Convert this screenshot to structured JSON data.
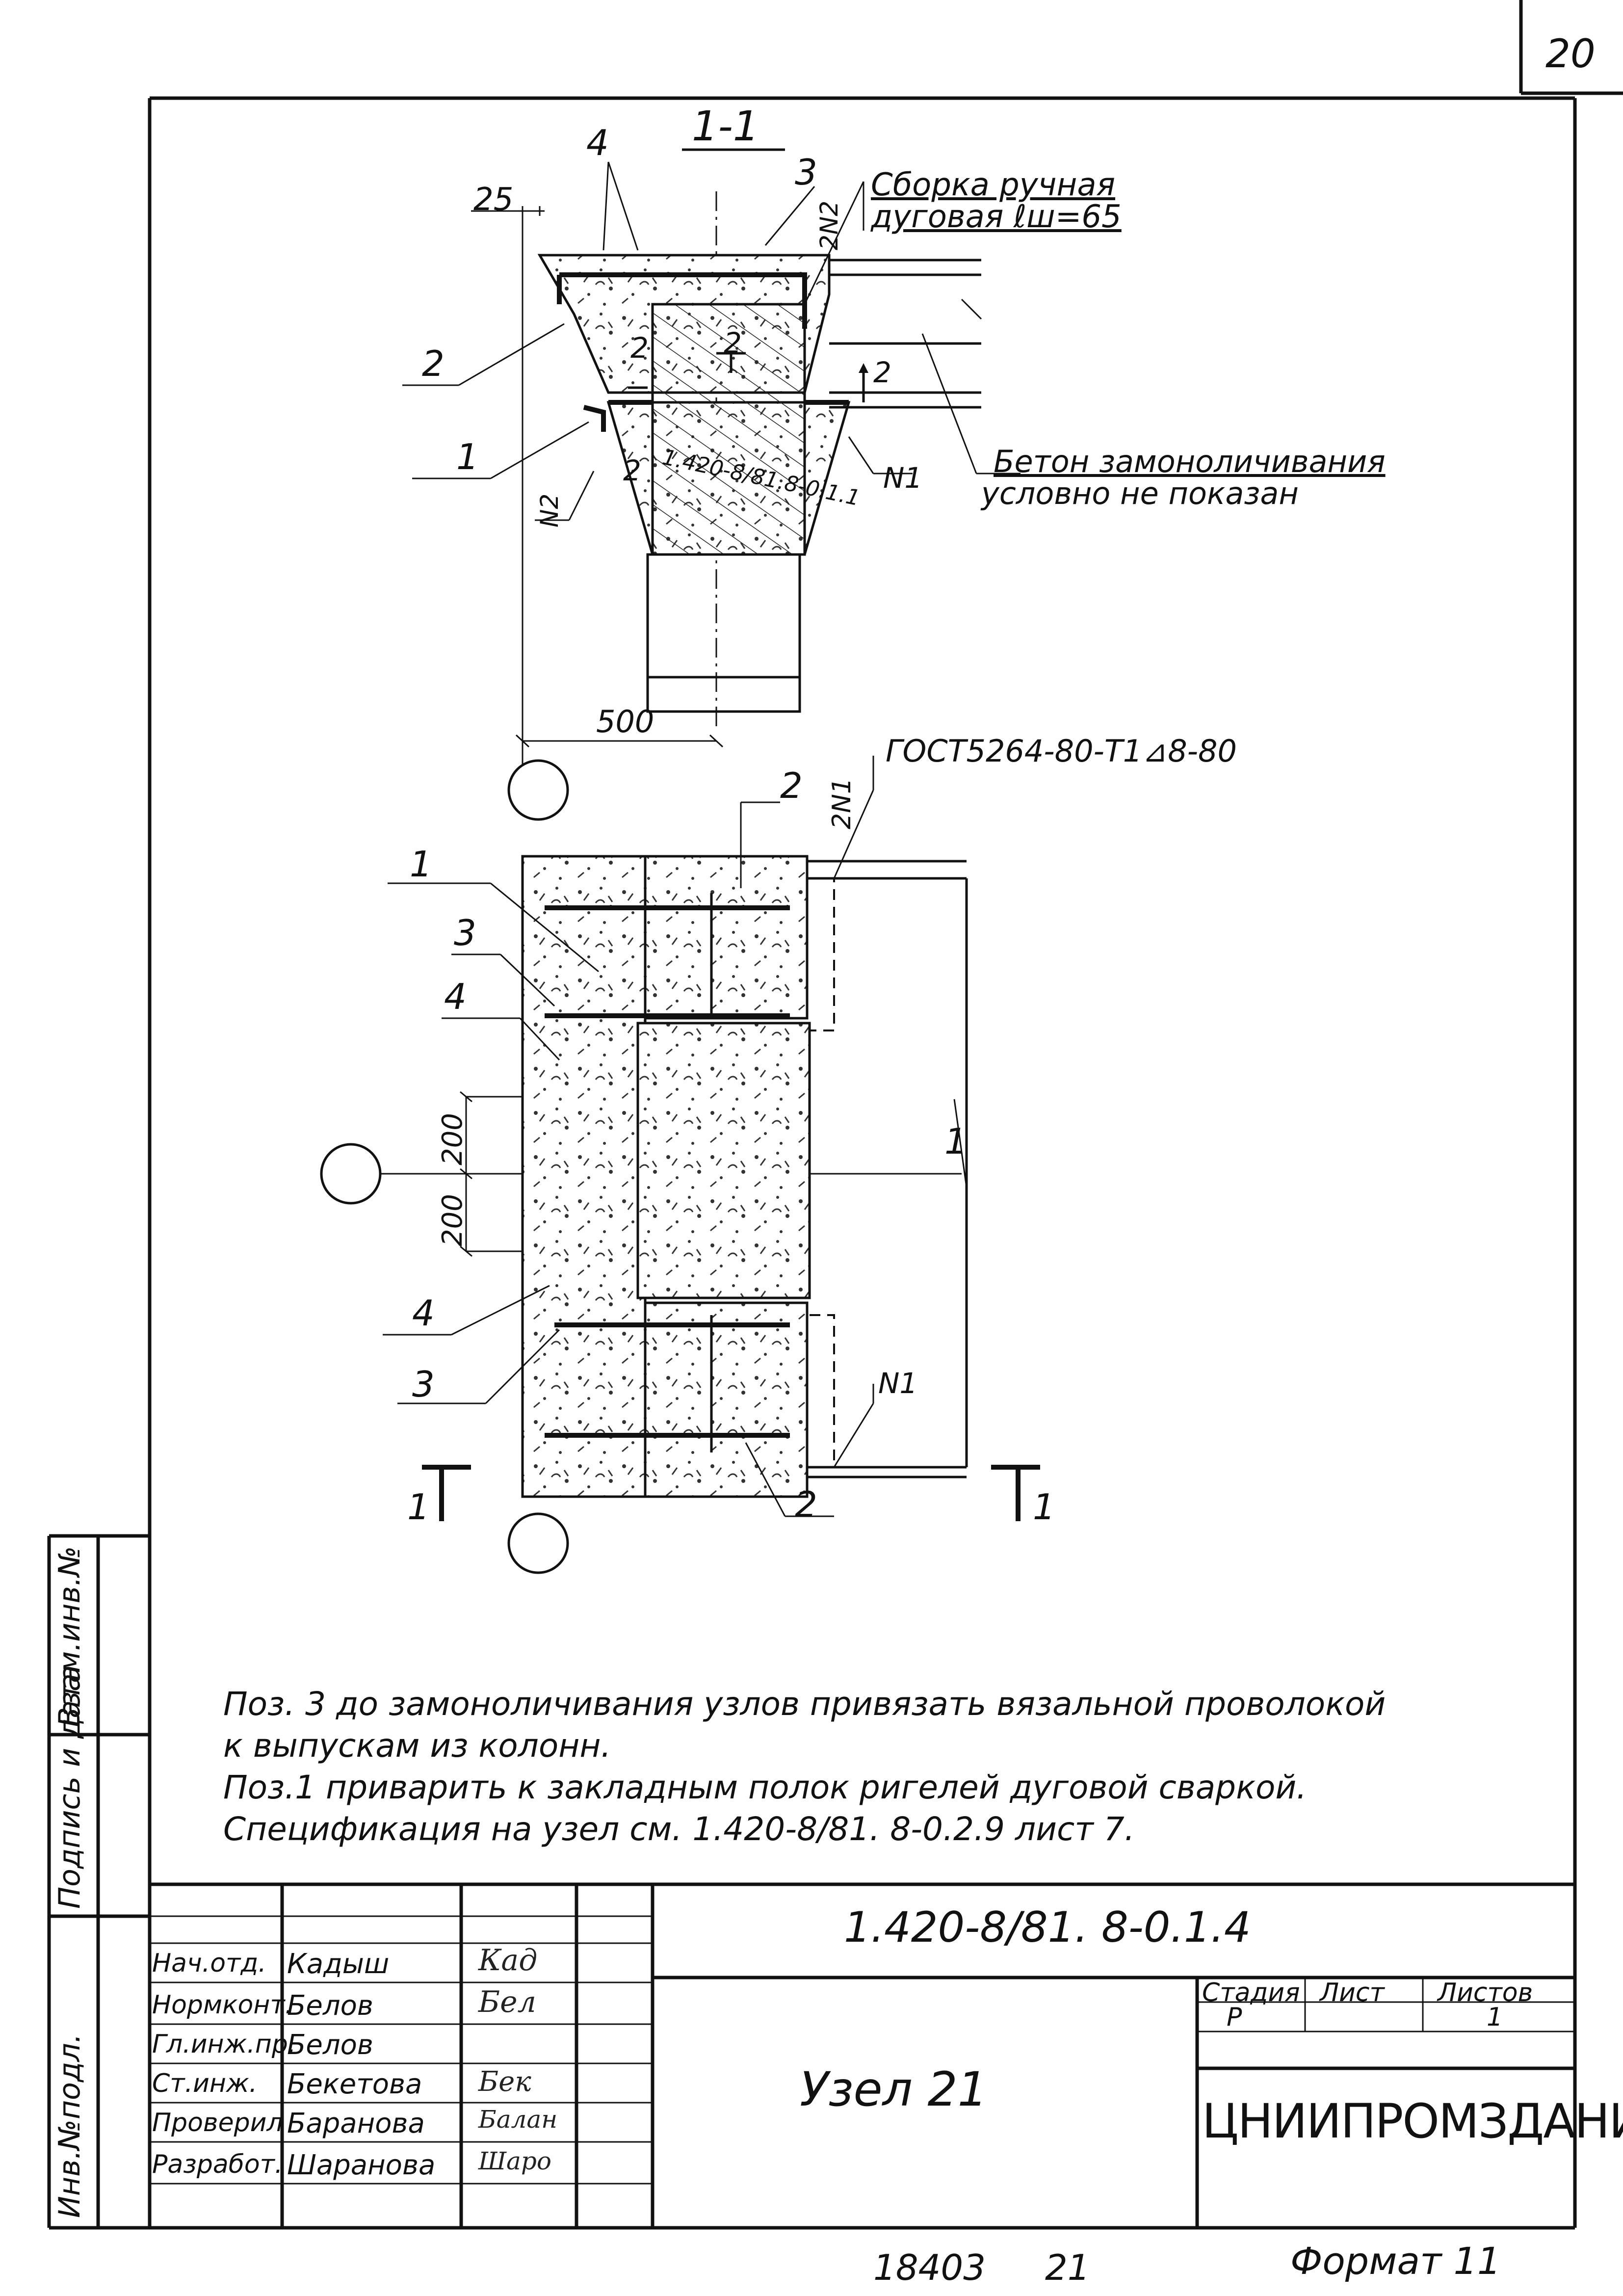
{
  "sheet_number": "20",
  "section": {
    "title": "1-1",
    "dim_top": "25",
    "dim_bottom": "500",
    "weld_note_line1": "Сборка ручная",
    "weld_note_line2": "дуговая ℓш=65",
    "weld_tag": "2N2",
    "beam_label": "1.420-8/81.8-0.1.1",
    "concrete_note_line1": "Бетон замоноличивания",
    "concrete_note_line2": "условно не показан",
    "tag_n1": "N1",
    "tag_n2": "N2",
    "pos": {
      "p4": "4",
      "p3": "3",
      "p2": "2",
      "p1": "1",
      "cut2a": "2",
      "cut2b": "2",
      "cut2c": "2",
      "cut2d": "2"
    }
  },
  "plan": {
    "weld_spec": "ГОСТ5264-80-Т1⊿8-80",
    "weld_tag_top": "2N1",
    "weld_tag_bottom": "N1",
    "dim_200_a": "200",
    "dim_200_b": "200",
    "cut_left": "1",
    "cut_right": "1",
    "pos": {
      "p1": "1",
      "p2_top": "2",
      "p3_top": "3",
      "p4_top": "4",
      "p4_bot": "4",
      "p3_bot": "3",
      "p2_bot": "2",
      "right1": "1"
    }
  },
  "notes": {
    "line1": "Поз. 3 до замоноличивания узлов привязать вязальной проволокой",
    "line2": "к выпускам из колонн.",
    "line3": "Поз.1 приварить к закладным полок ригелей дуговой сваркой.",
    "line4": "Спецификация на узел см. 1.420-8/81. 8-0.2.9  лист 7."
  },
  "side_stamp": {
    "inv_orig": "Инв.№подл.",
    "sign_date": "Подпись и дата",
    "replace_inv": "Взам.инв.№"
  },
  "title_block": {
    "doc_code": "1.420-8/81. 8-0.1.4",
    "node_name": "Узел 21",
    "org": "ЦНИИПРОМЗДАНИЙ",
    "stage_label": "Стадия",
    "sheet_label": "Лист",
    "sheets_label": "Листов",
    "stage_value": "Р",
    "sheets_value": "1",
    "roles": [
      {
        "role": "Нач.отд.",
        "name": "Кадыш",
        "sig": "Кад"
      },
      {
        "role": "Нормконт.",
        "name": "Белов",
        "sig": "Бел"
      },
      {
        "role": "Гл.инж.пр.",
        "name": "Белов",
        "sig": ""
      },
      {
        "role": "Ст.инж.",
        "name": "Бекетова",
        "sig": "Бек"
      },
      {
        "role": "Проверил",
        "name": "Баранова",
        "sig": "Балан"
      },
      {
        "role": "Разработ.",
        "name": "Шаранова",
        "sig": "Шаро"
      }
    ]
  },
  "footer": {
    "archive_no": "18403",
    "archive_sheet": "21",
    "format": "Формат 11"
  }
}
